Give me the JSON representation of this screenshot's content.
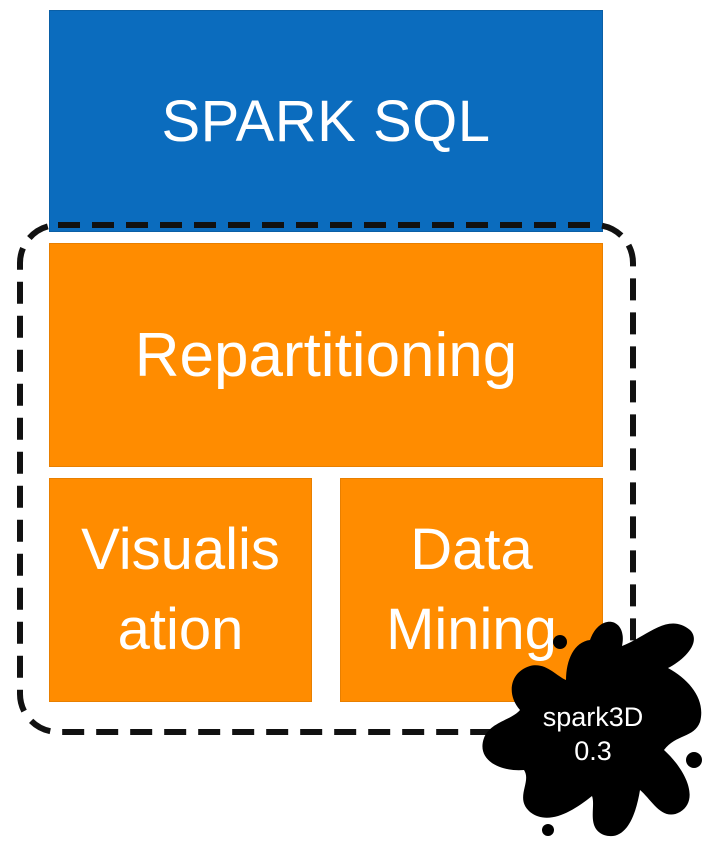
{
  "diagram": {
    "layers": {
      "top": "SPARK SQL",
      "middle": "Repartitioning",
      "bottom_left": [
        "Visualis",
        "ation"
      ],
      "bottom_right": [
        "Data",
        "Mining"
      ]
    },
    "badge": {
      "line1": "spark3D",
      "line2": "0.3"
    }
  },
  "colors": {
    "blue": "#0B6CBE",
    "orange": "#FF8C00",
    "badge": "#000000",
    "text": "#FFFFFF"
  }
}
